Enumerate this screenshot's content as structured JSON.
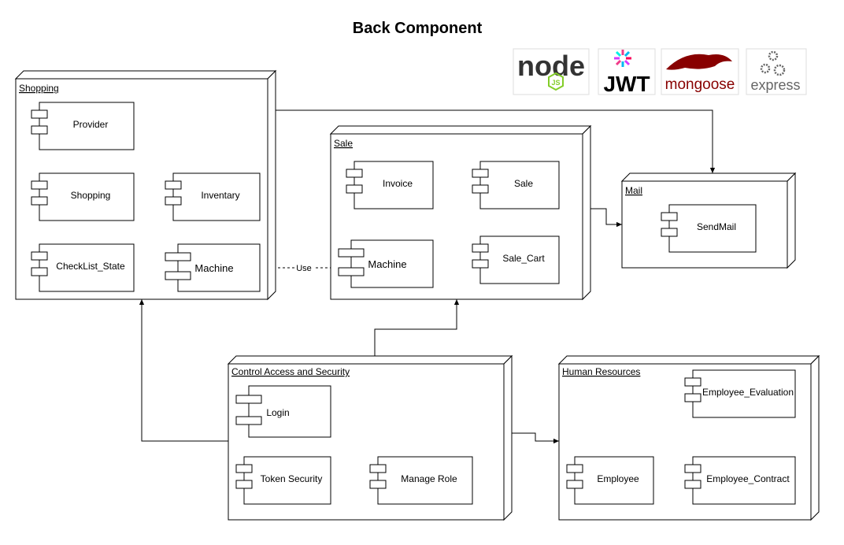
{
  "title": "Back Component",
  "logos": {
    "node": "node",
    "node_js": "JS",
    "jwt": "JWT",
    "mongoose": "mongoose",
    "express": "express"
  },
  "nodes": {
    "shopping": {
      "label": "Shopping",
      "components": {
        "provider": "Provider",
        "shopping": "Shopping",
        "inventary": "Inventary",
        "checklist": "CheckList_State",
        "machine": "Machine"
      }
    },
    "sale": {
      "label": "Sale",
      "components": {
        "invoice": "Invoice",
        "sale": "Sale",
        "machine": "Machine",
        "sale_cart": "Sale_Cart"
      }
    },
    "mail": {
      "label": "Mail",
      "components": {
        "sendmail": "SendMail"
      }
    },
    "control": {
      "label": "Control  Access and Security",
      "components": {
        "login": "Login",
        "token": "Token Security",
        "manage_role": "Manage Role"
      }
    },
    "hr": {
      "label": "Human  Resources",
      "components": {
        "evaluation": "Employee_Evaluation",
        "employee": "Employee",
        "contract": "Employee_Contract"
      }
    }
  },
  "edges": {
    "use_label": "Use"
  },
  "colors": {
    "node_green": "#333333",
    "node_js": "#83cd29",
    "mongoose_red": "#880000",
    "express_gray": "#666666"
  }
}
